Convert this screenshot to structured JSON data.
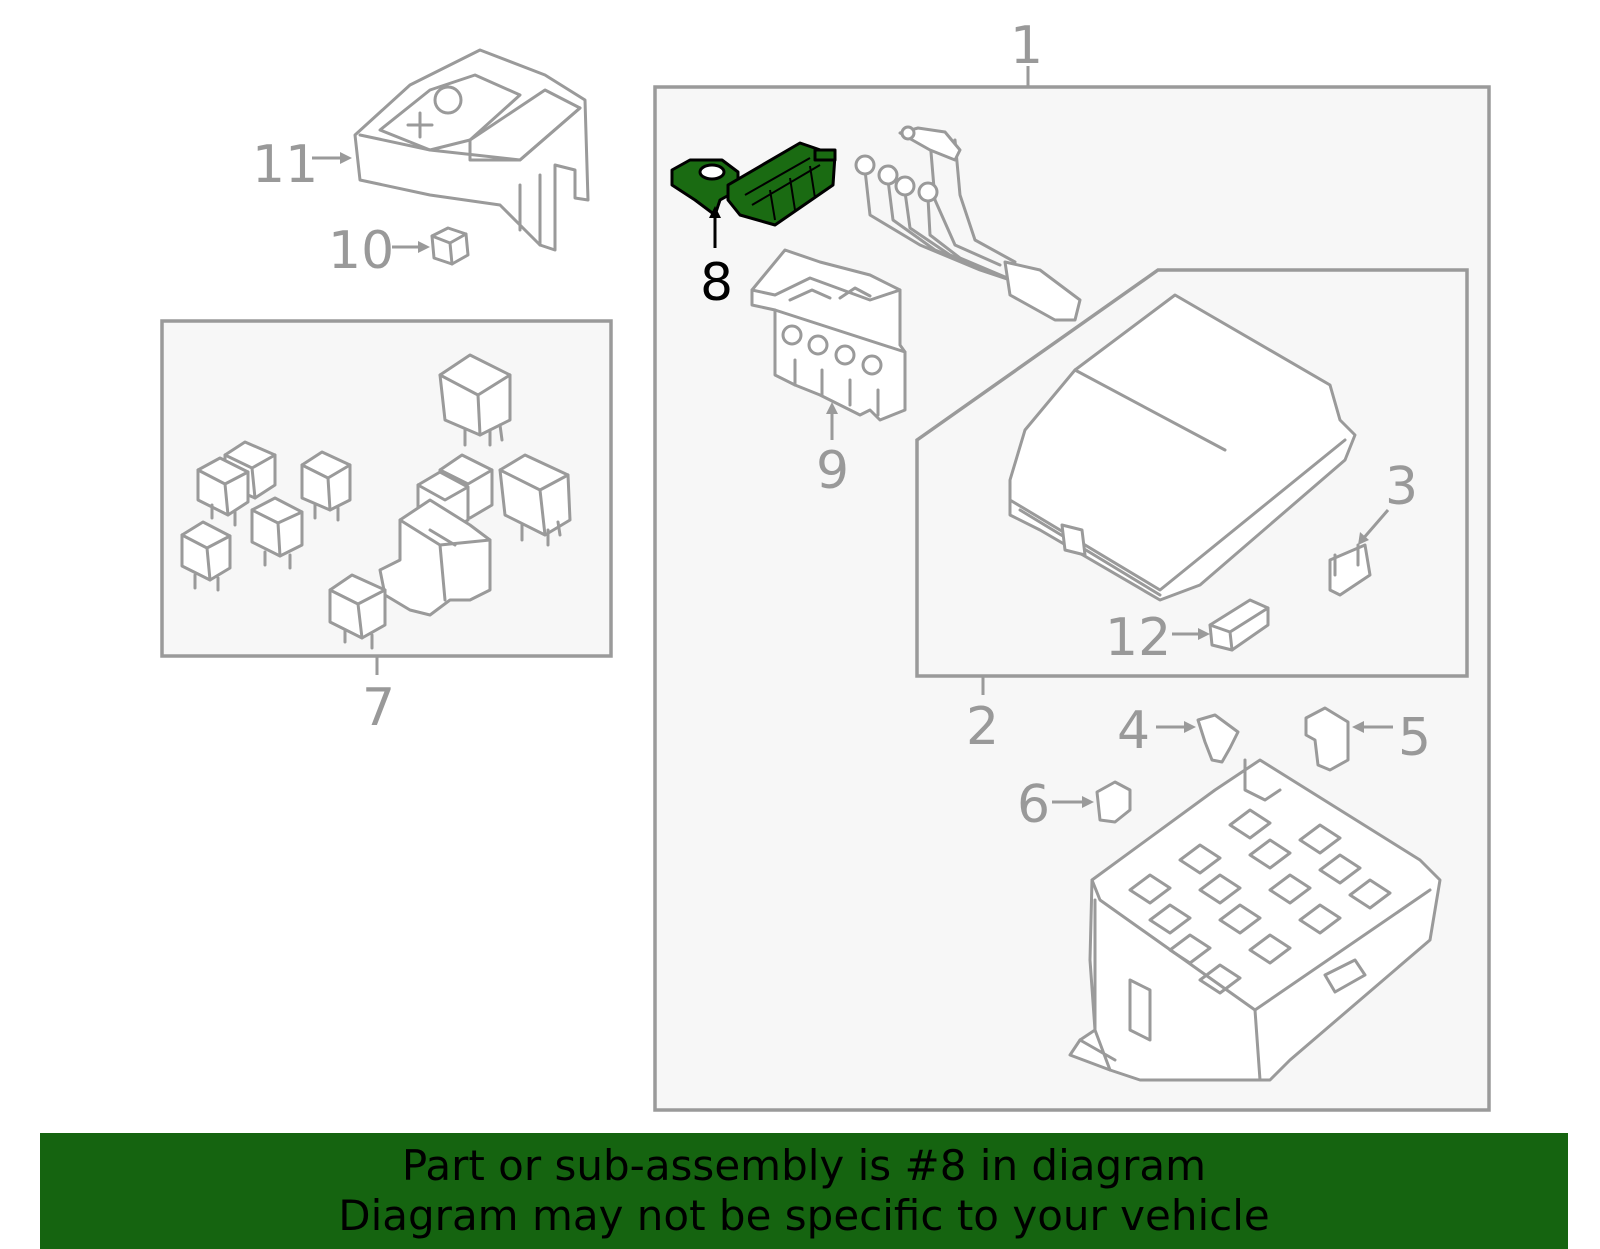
{
  "colors": {
    "highlight": "#1a6b12",
    "banner": "#156410",
    "line": "#9a9a9a",
    "box_fill": "#f7f7f7"
  },
  "callouts": {
    "c1": "1",
    "c2": "2",
    "c3": "3",
    "c4": "4",
    "c5": "5",
    "c6": "6",
    "c7": "7",
    "c8": "8",
    "c9": "9",
    "c10": "10",
    "c11": "11",
    "c12": "12"
  },
  "highlighted_part": "8",
  "banner": {
    "line1": "Part or sub-assembly is #8 in diagram",
    "line2": "Diagram may not be specific to your vehicle"
  }
}
